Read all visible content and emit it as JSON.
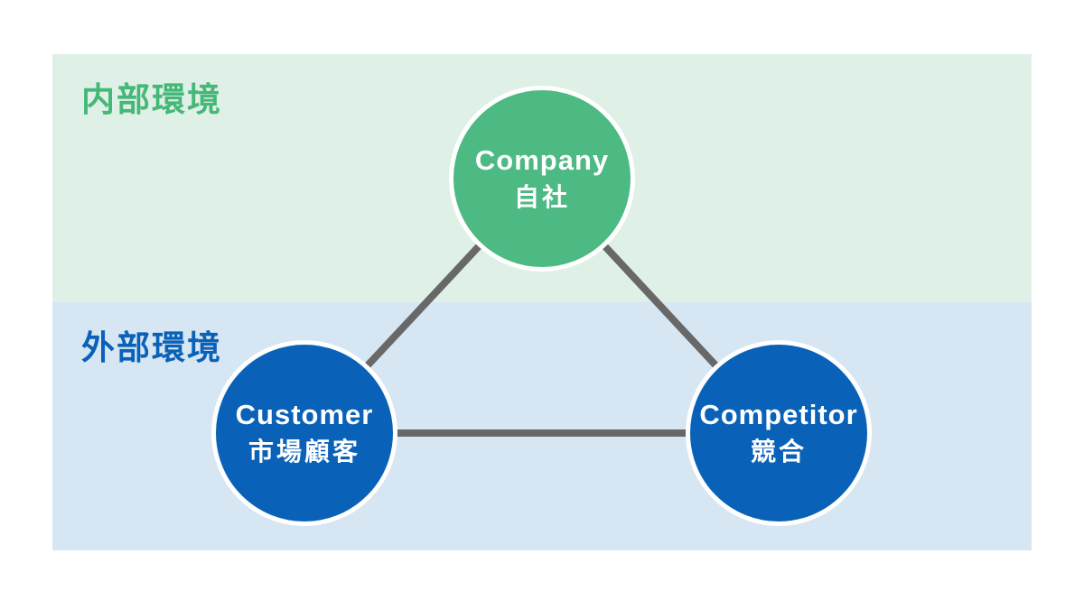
{
  "diagram": {
    "zones": {
      "internal": {
        "label": "内部環境"
      },
      "external": {
        "label": "外部環境"
      }
    },
    "nodes": {
      "company": {
        "title": "Company",
        "subtitle": "自社"
      },
      "customer": {
        "title": "Customer",
        "subtitle": "市場顧客"
      },
      "competitor": {
        "title": "Competitor",
        "subtitle": "競合"
      }
    },
    "colors": {
      "internal_zone_bg": "#dff0e6",
      "external_zone_bg": "#d7e6f3",
      "internal_label_text": "#45b878",
      "external_label_text": "#0a62b8",
      "company_fill": "#4cba82",
      "customer_fill": "#0a62b8",
      "competitor_fill": "#0a62b8",
      "node_text": "#ffffff",
      "node_border": "#ffffff",
      "connector_line": "#686868"
    }
  }
}
